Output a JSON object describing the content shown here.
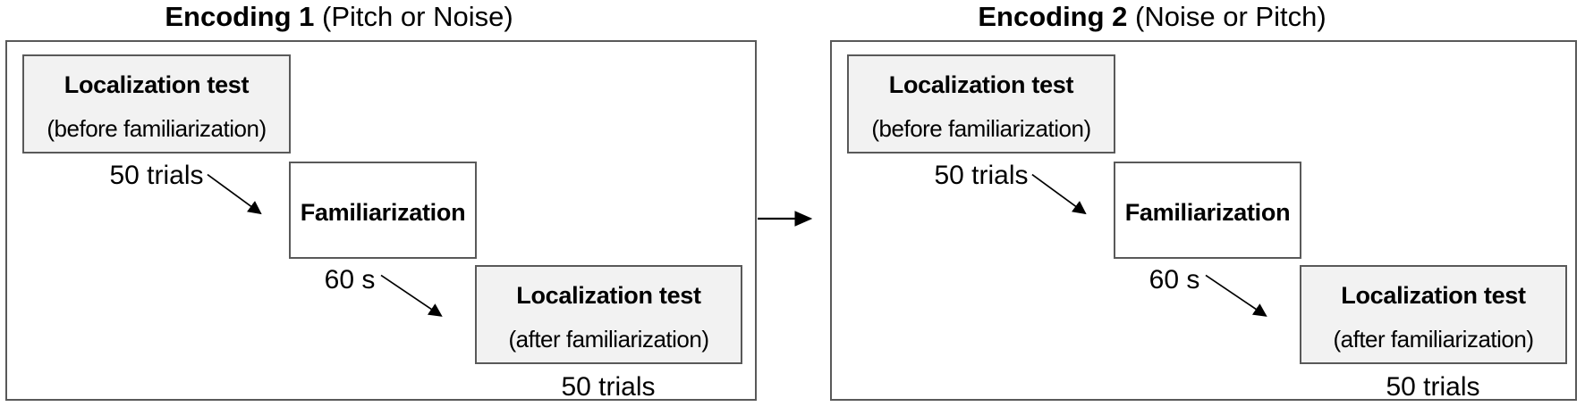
{
  "figure": {
    "colors": {
      "background": "#ffffff",
      "panel_border": "#595959",
      "box_border": "#595959",
      "box_fill_shaded": "#f2f2f2",
      "box_fill_plain": "#ffffff",
      "text": "#000000",
      "arrow": "#000000"
    },
    "icons": {
      "connector": "right-arrow-icon",
      "step_arrows": "diagonal-down-right-arrow-icon"
    }
  },
  "panels": [
    {
      "title_bold": "Encoding 1",
      "title_rest": " (Pitch or Noise)",
      "boxes": {
        "before": {
          "line1": "Localization test",
          "line2": "(before familiarization)"
        },
        "familiarization": {
          "label": "Familiarization"
        },
        "after": {
          "line1": "Localization test",
          "line2": "(after familiarization)"
        }
      },
      "labels": {
        "trials_before": "50 trials",
        "duration": "60 s",
        "trials_after": "50 trials"
      }
    },
    {
      "title_bold": "Encoding 2",
      "title_rest": " (Noise or Pitch)",
      "boxes": {
        "before": {
          "line1": "Localization test",
          "line2": "(before familiarization)"
        },
        "familiarization": {
          "label": "Familiarization"
        },
        "after": {
          "line1": "Localization test",
          "line2": "(after familiarization)"
        }
      },
      "labels": {
        "trials_before": "50 trials",
        "duration": "60 s",
        "trials_after": "50 trials"
      }
    }
  ]
}
